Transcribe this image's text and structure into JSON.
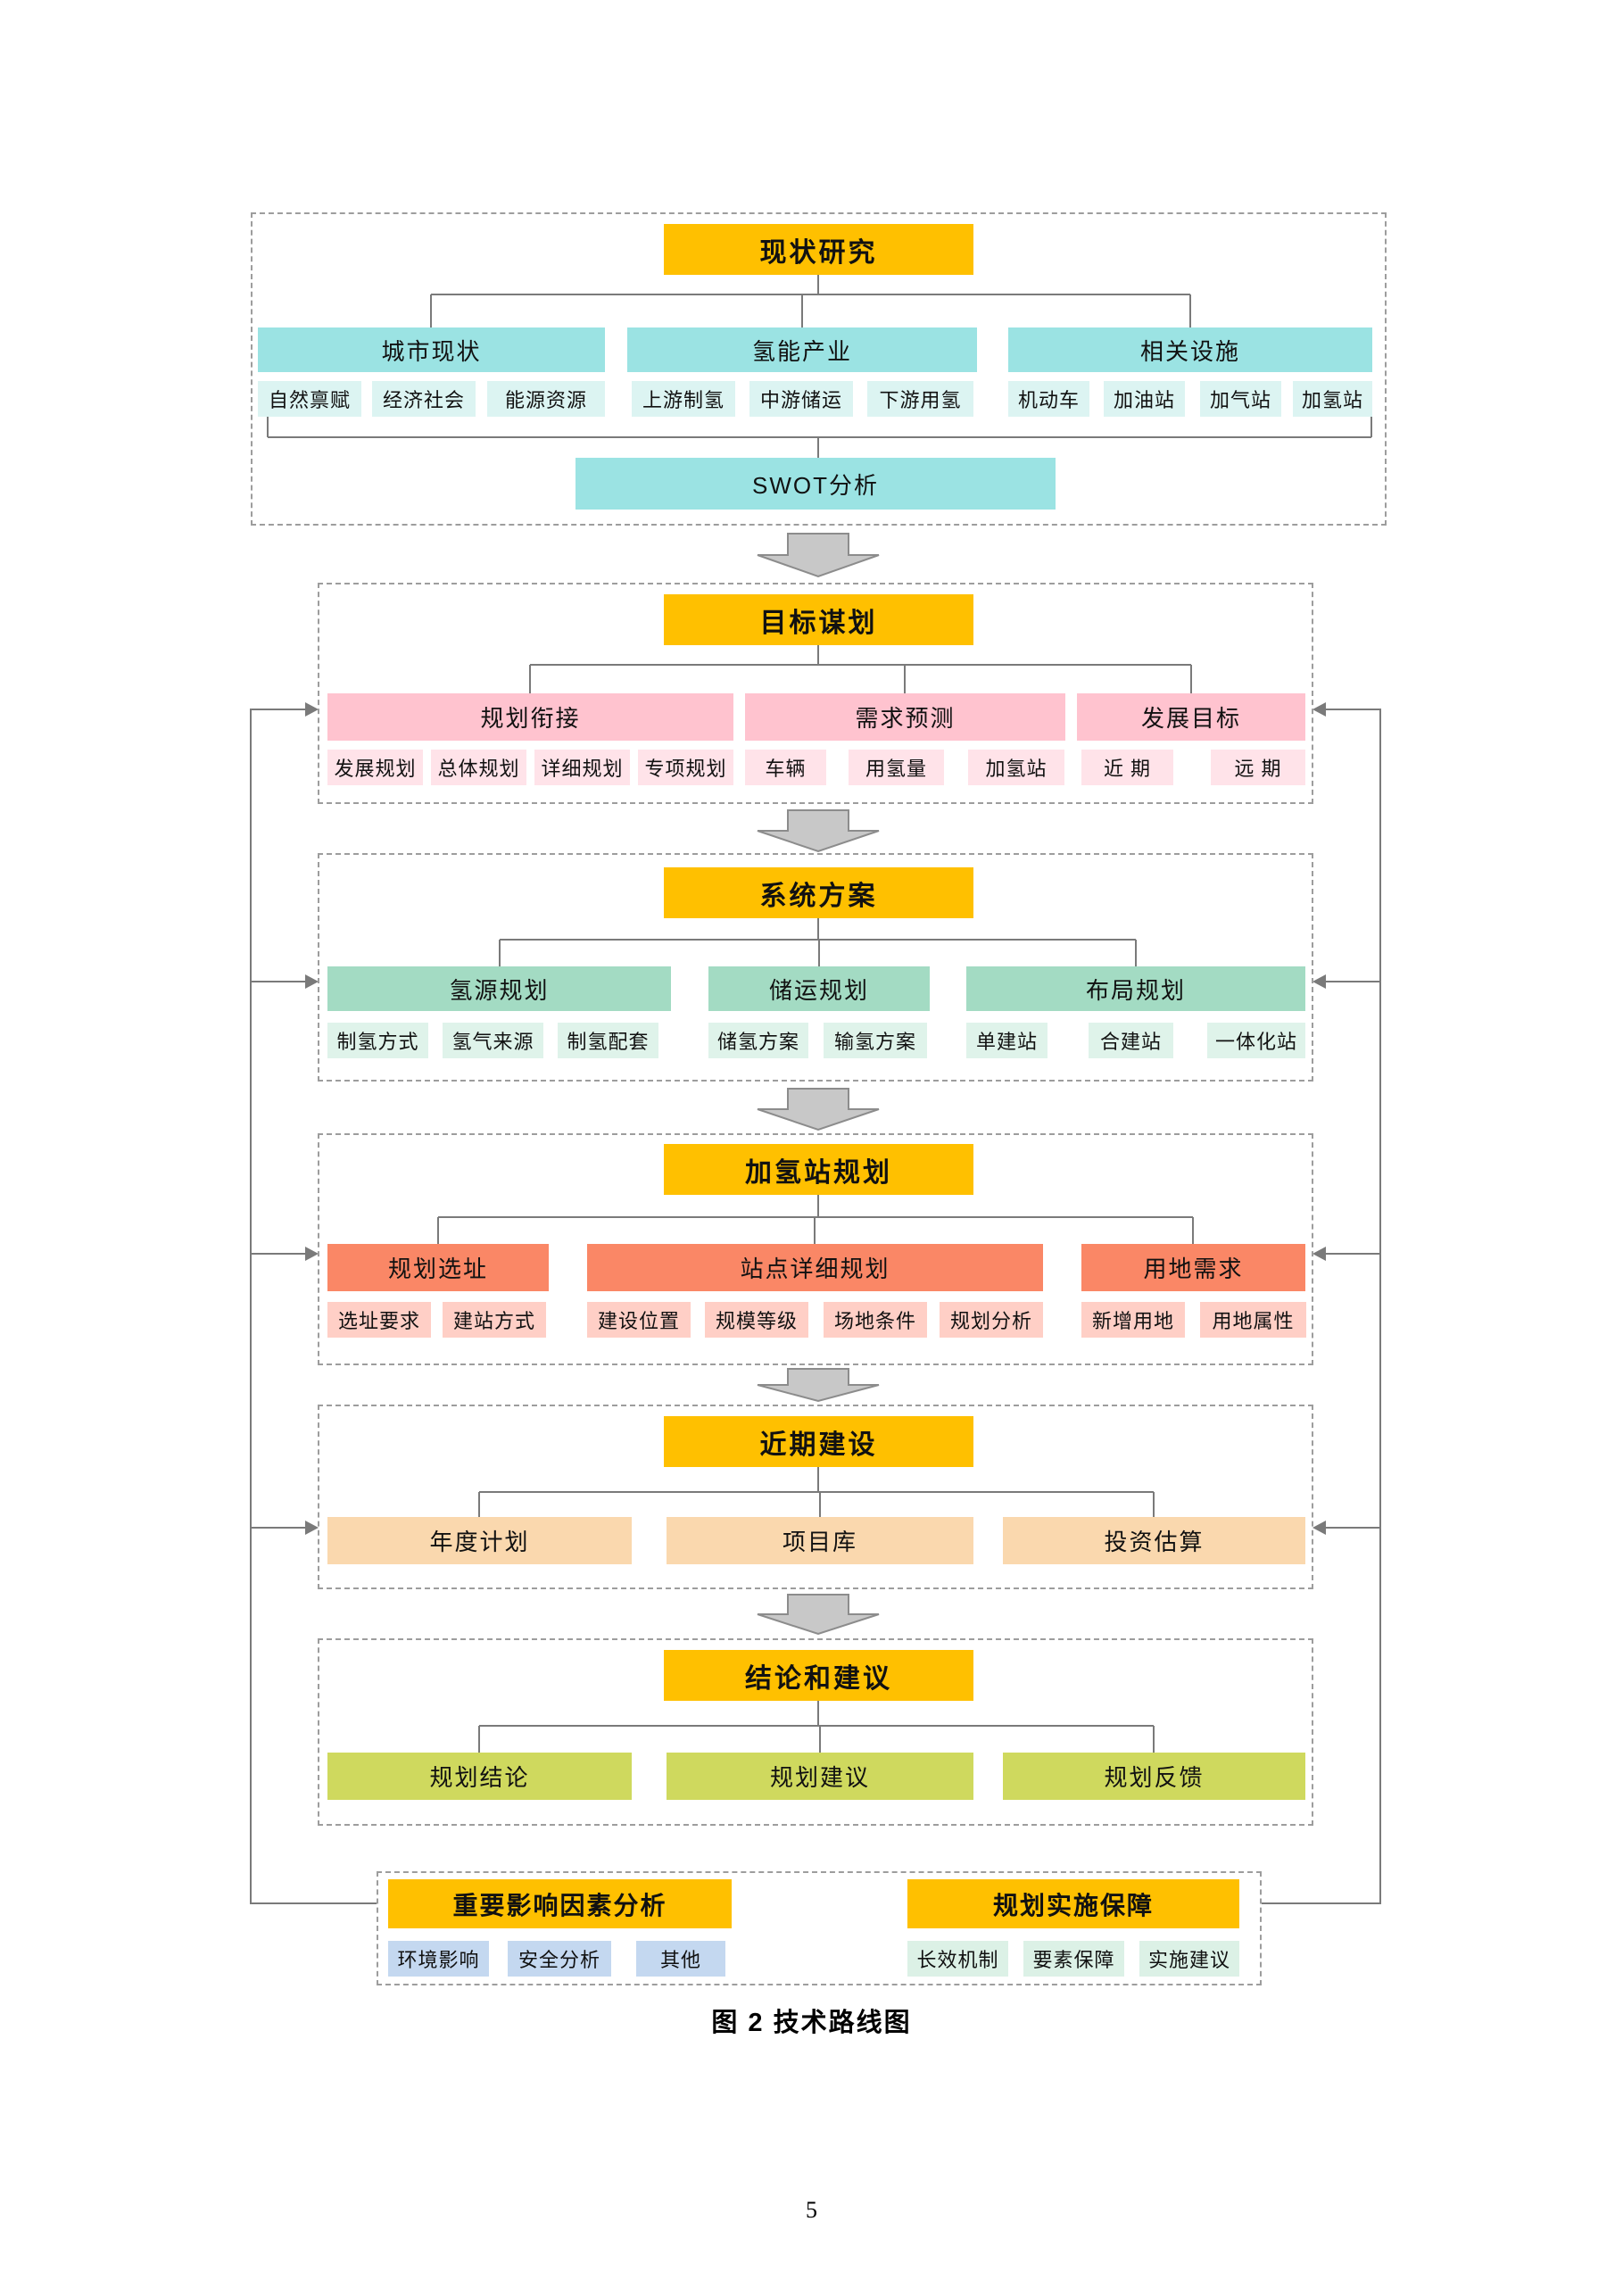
{
  "page": {
    "caption": "图 2 技术路线图",
    "page_number": "5"
  },
  "colors": {
    "header": "#FFC000",
    "cyan": "#9BE3E3",
    "cyan_light": "#DCF4F2",
    "pink": "#FFC3CF",
    "pink_light": "#FFE3E9",
    "green": "#A3DBC3",
    "green_light": "#DFF3EA",
    "coral": "#FA8766",
    "coral_light": "#FFCFC6",
    "peach": "#FAD8AE",
    "olive": "#CFD95E",
    "blue_light": "#C4D8F0",
    "mint_light": "#DCF1E6",
    "line": "#7a7a7a",
    "arrow_fill": "#c8c8c8"
  },
  "s1": {
    "title": "现状研究",
    "groups": [
      {
        "label": "城市现状",
        "items": [
          "自然禀赋",
          "经济社会",
          "能源资源"
        ]
      },
      {
        "label": "氢能产业",
        "items": [
          "上游制氢",
          "中游储运",
          "下游用氢"
        ]
      },
      {
        "label": "相关设施",
        "items": [
          "机动车",
          "加油站",
          "加气站",
          "加氢站"
        ]
      }
    ],
    "swot": "SWOT分析"
  },
  "s2": {
    "title": "目标谋划",
    "groups": [
      {
        "label": "规划衔接",
        "items": [
          "发展规划",
          "总体规划",
          "详细规划",
          "专项规划"
        ]
      },
      {
        "label": "需求预测",
        "items": [
          "车辆",
          "用氢量",
          "加氢站"
        ]
      },
      {
        "label": "发展目标",
        "items": [
          "近 期",
          "远 期"
        ]
      }
    ]
  },
  "s3": {
    "title": "系统方案",
    "groups": [
      {
        "label": "氢源规划",
        "items": [
          "制氢方式",
          "氢气来源",
          "制氢配套"
        ]
      },
      {
        "label": "储运规划",
        "items": [
          "储氢方案",
          "输氢方案"
        ]
      },
      {
        "label": "布局规划",
        "items": [
          "单建站",
          "合建站",
          "一体化站"
        ]
      }
    ]
  },
  "s4": {
    "title": "加氢站规划",
    "groups": [
      {
        "label": "规划选址",
        "items": [
          "选址要求",
          "建站方式"
        ]
      },
      {
        "label": "站点详细规划",
        "items": [
          "建设位置",
          "规模等级",
          "场地条件",
          "规划分析"
        ]
      },
      {
        "label": "用地需求",
        "items": [
          "新增用地",
          "用地属性"
        ]
      }
    ]
  },
  "s5": {
    "title": "近期建设",
    "groups": [
      {
        "label": "年度计划"
      },
      {
        "label": "项目库"
      },
      {
        "label": "投资估算"
      }
    ]
  },
  "s6": {
    "title": "结论和建议",
    "groups": [
      {
        "label": "规划结论"
      },
      {
        "label": "规划建议"
      },
      {
        "label": "规划反馈"
      }
    ]
  },
  "bottom": {
    "left": {
      "title": "重要影响因素分析",
      "items": [
        "环境影响",
        "安全分析",
        "其他"
      ]
    },
    "right": {
      "title": "规划实施保障",
      "items": [
        "长效机制",
        "要素保障",
        "实施建议"
      ]
    }
  }
}
